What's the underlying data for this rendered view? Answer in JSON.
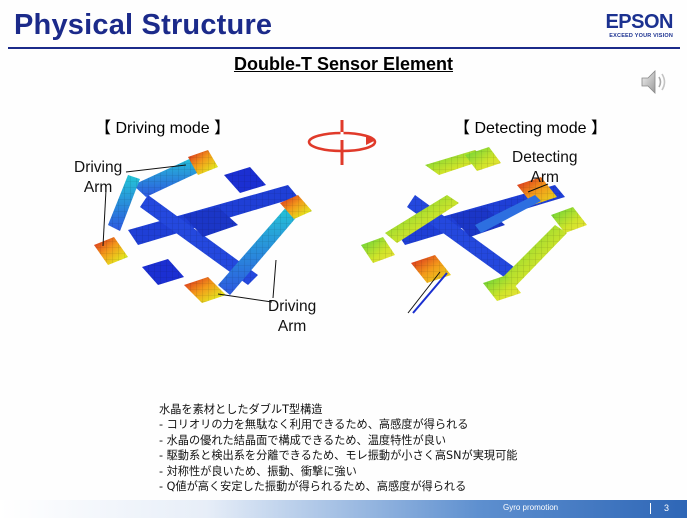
{
  "slide": {
    "title": "Physical Structure",
    "subtitle": "Double-T Sensor Element",
    "logo": {
      "name": "EPSON",
      "tagline": "EXCEED YOUR VISION"
    },
    "driving_mode_label": "【 Driving mode 】",
    "detecting_mode_label": "【 Detecting mode 】",
    "callouts": {
      "left_top_line1": "Driving",
      "left_top_line2": "Arm",
      "left_bottom_line1": "Driving",
      "left_bottom_line2": "Arm",
      "right_top_line1": "Detecting",
      "right_top_line2": "Arm"
    },
    "notes": [
      "水晶を素材としたダブルT型構造",
      "- コリオリの力を無駄なく利用できるため、高感度が得られる",
      "- 水晶の優れた結晶面で構成できるため、温度特性が良い",
      "- 駆動系と検出系を分離できるため、モレ振動が小さく高SNが実現可能",
      "- 対称性が良いため、振動、衝撃に強い",
      "- Q値が高く安定した振動が得られるため、高感度が得られる"
    ],
    "footer": {
      "text": "Gyro promotion",
      "page": "3"
    }
  },
  "icons": [
    "speaker-icon",
    "rotation-arrow-icon"
  ],
  "colors": {
    "title": "#1b2a8a",
    "logo": "#1b3190",
    "rotation_arrow": "#e03a2a",
    "footer": "#2e66b6"
  }
}
